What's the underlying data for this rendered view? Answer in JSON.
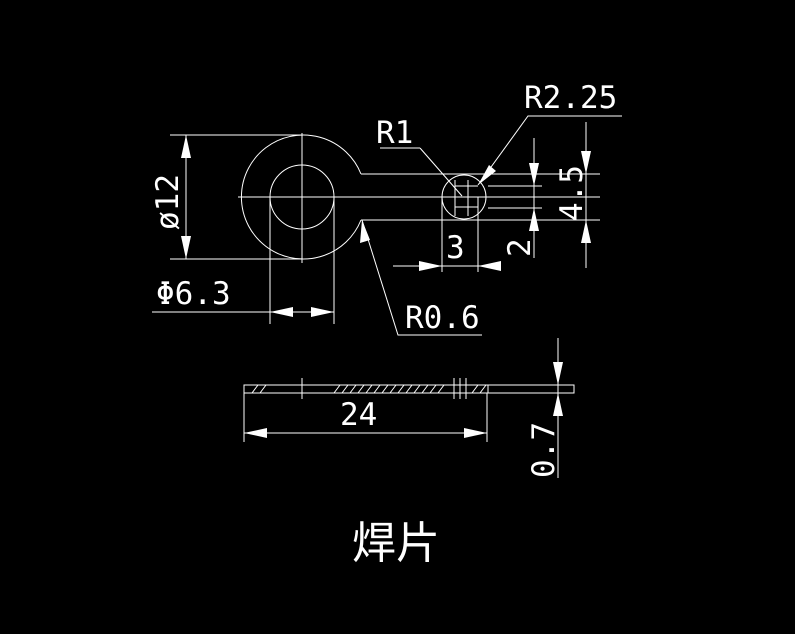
{
  "drawing": {
    "title": "焊片",
    "foreground_color": "#ffffff",
    "background_color": "#000000",
    "dimensions": {
      "outer_diameter": "ø12",
      "hole_diameter": "Φ6.3",
      "small_radius": "R1",
      "fillet_radius": "R0.6",
      "end_radius": "R2.25",
      "end_height": "4.5",
      "slot_width": "3",
      "slot_offset": "2",
      "total_length": "24",
      "thickness": "0.7"
    }
  }
}
